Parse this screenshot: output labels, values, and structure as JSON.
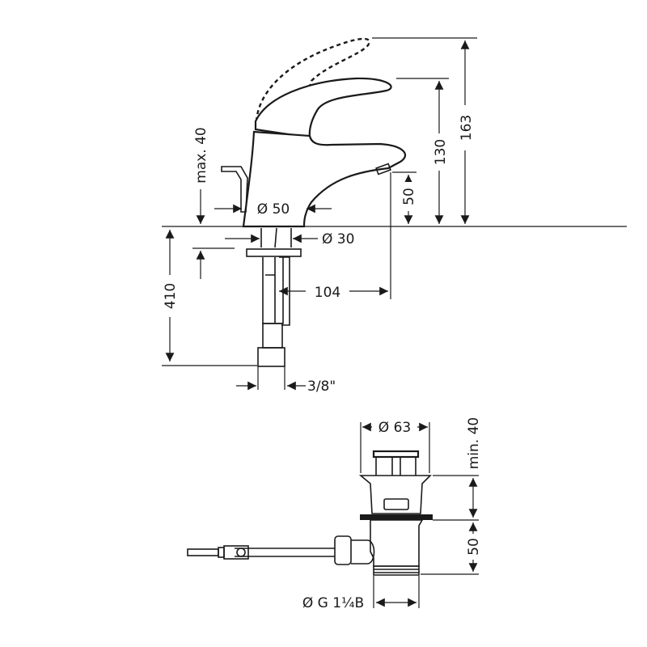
{
  "faucet": {
    "dim_height_total": "163",
    "dim_height_lever": "130",
    "dim_spout_height": "50",
    "dim_max_deck": "max. 40",
    "dim_body_diameter": "Ø 50",
    "dim_shank_diameter": "Ø 30",
    "dim_spout_reach": "104",
    "dim_hose_length": "410",
    "dim_connection": "3/8\""
  },
  "drain": {
    "dim_cap_diameter": "Ø 63",
    "dim_min_clearance": "min. 40",
    "dim_body_height": "50",
    "dim_thread": "Ø G 1¼B"
  },
  "colors": {
    "ink": "#1a1a1a",
    "background": "#ffffff"
  }
}
